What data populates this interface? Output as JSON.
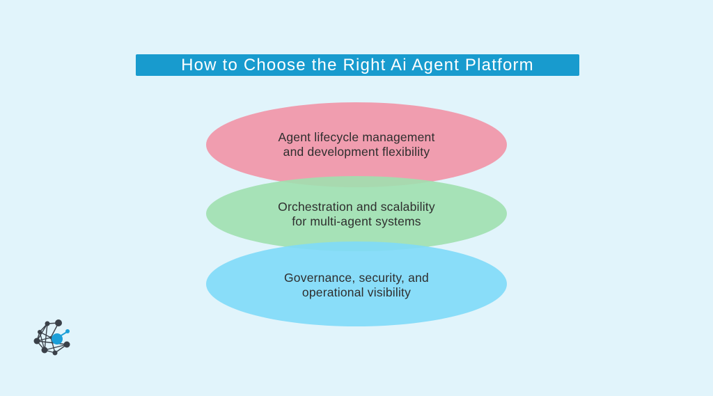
{
  "title": {
    "text": "How to Choose the Right Ai Agent Platform"
  },
  "ellipses": [
    {
      "name": "pink",
      "color": "#f293a6",
      "line1": "Agent lifecycle management",
      "line2": "and development flexibility"
    },
    {
      "name": "green",
      "color": "#a0e0af",
      "line1": "Orchestration and scalability",
      "line2": "for multi-agent systems"
    },
    {
      "name": "blue",
      "color": "#7fdaf8",
      "line1": "Governance, security, and",
      "line2": "operational visibility"
    }
  ],
  "colors": {
    "background": "#e1f4fb",
    "title_bar": "#189bce",
    "title_text": "#ffffff",
    "body_text": "#2e2e2e",
    "logo_dark": "#3a4048",
    "logo_accent": "#1b9fd8"
  },
  "icons": {
    "logo": "network-graph-logo"
  }
}
